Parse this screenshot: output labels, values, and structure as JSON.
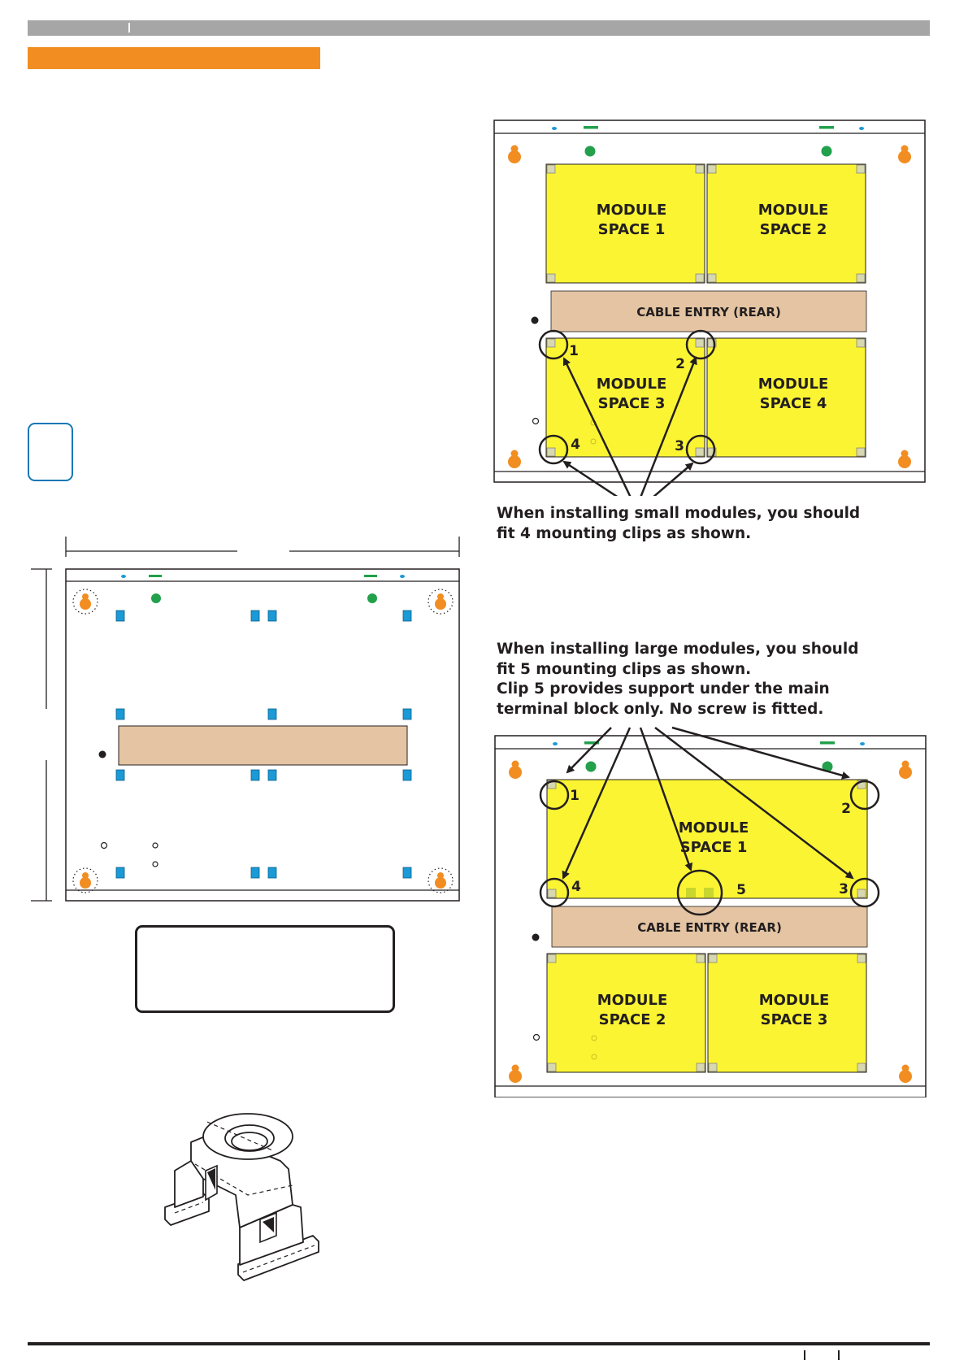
{
  "diagram_small": {
    "modules": [
      {
        "line1": "MODULE",
        "line2": "SPACE 1"
      },
      {
        "line1": "MODULE",
        "line2": "SPACE 2"
      },
      {
        "line1": "MODULE",
        "line2": "SPACE 3"
      },
      {
        "line1": "MODULE",
        "line2": "SPACE 4"
      }
    ],
    "cable_entry": "CABLE ENTRY (REAR)",
    "clip_numbers": [
      "1",
      "2",
      "3",
      "4"
    ]
  },
  "caption_small": "When installing small modules, you should\nfit 4 mounting clips as shown.",
  "caption_large": "When installing large modules, you should\nfit 5 mounting clips as shown.\nClip 5 provides support under the main\nterminal block only.  No screw is fitted.",
  "diagram_large": {
    "modules": [
      {
        "line1": "MODULE",
        "line2": "SPACE 1"
      },
      {
        "line1": "MODULE",
        "line2": "SPACE 2"
      },
      {
        "line1": "MODULE",
        "line2": "SPACE 3"
      }
    ],
    "cable_entry": "CABLE ENTRY (REAR)",
    "clip_numbers": [
      "1",
      "2",
      "3",
      "4",
      "5"
    ]
  },
  "colors": {
    "header_bar": "#a6a6a7",
    "accent_orange": "#f28d22",
    "module_yellow": "#fbf433",
    "cable_entry": "#e4c4a2",
    "clip_blue": "#1a9ad6",
    "note_border": "#1578b8",
    "led_green": "#22a04b"
  }
}
